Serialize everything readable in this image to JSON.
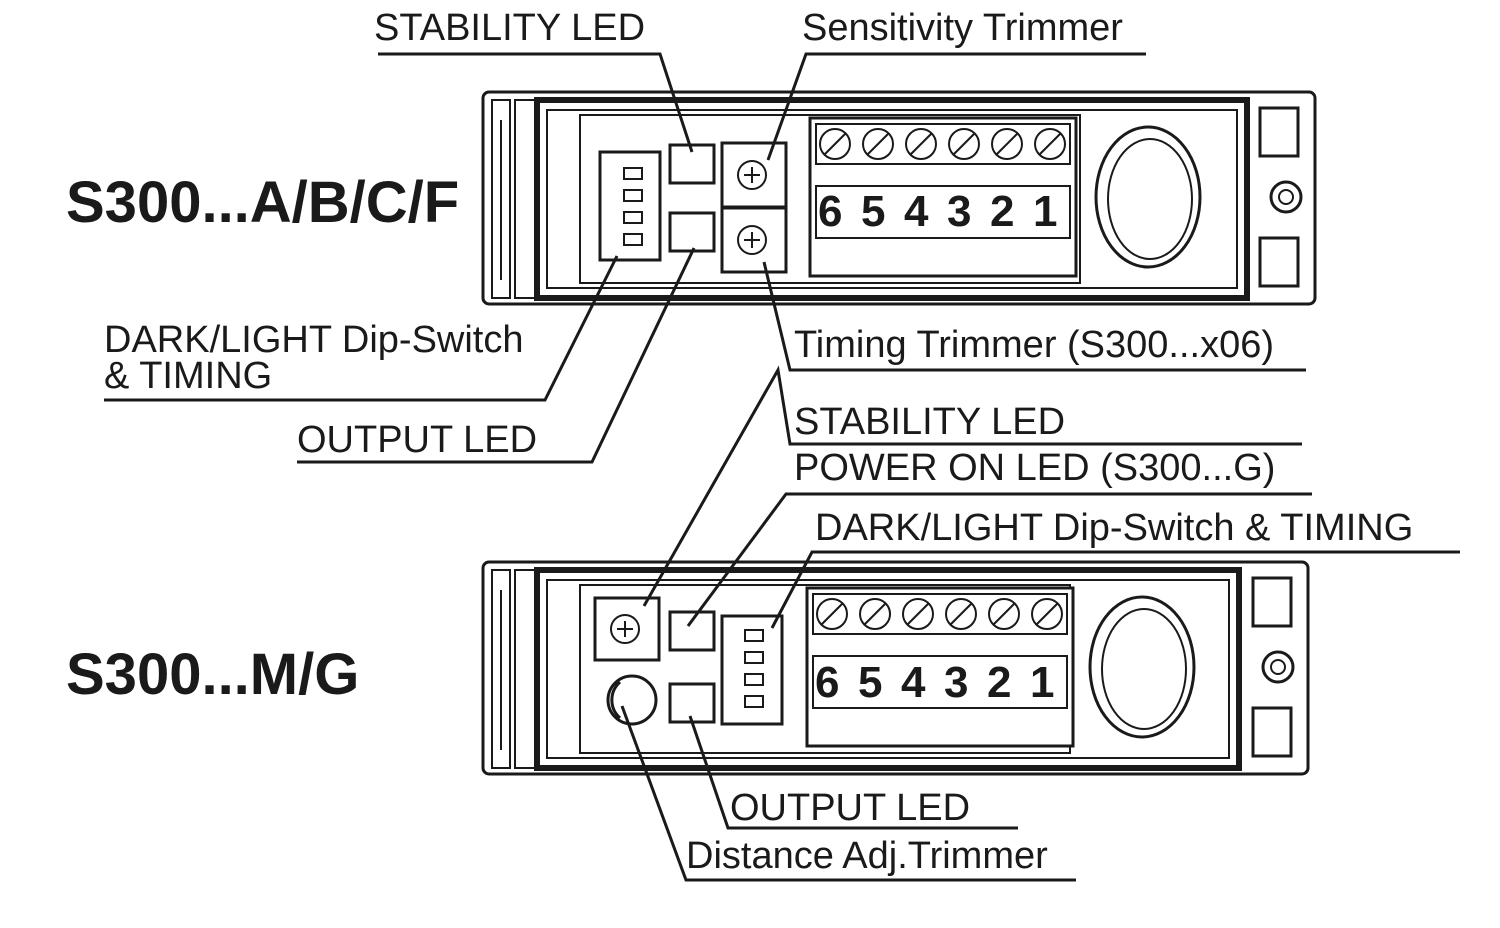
{
  "models": {
    "top": "S300...A/B/C/F",
    "bottom": "S300...M/G"
  },
  "labels": {
    "stability_led_top": "STABILITY LED",
    "sensitivity_trimmer": "Sensitivity Trimmer",
    "dip_switch_top_line1": "DARK/LIGHT Dip-Switch",
    "dip_switch_top_line2": "& TIMING",
    "timing_trimmer": "Timing Trimmer (S300...x06)",
    "output_led_top": "OUTPUT LED",
    "stability_led_bottom": "STABILITY LED",
    "power_on_led": "POWER ON LED (S300...G)",
    "dip_switch_bottom": "DARK/LIGHT Dip-Switch & TIMING",
    "output_led_bottom": "OUTPUT LED",
    "distance_trimmer": "Distance Adj.Trimmer"
  },
  "terminals": [
    "6",
    "5",
    "4",
    "3",
    "2",
    "1"
  ]
}
